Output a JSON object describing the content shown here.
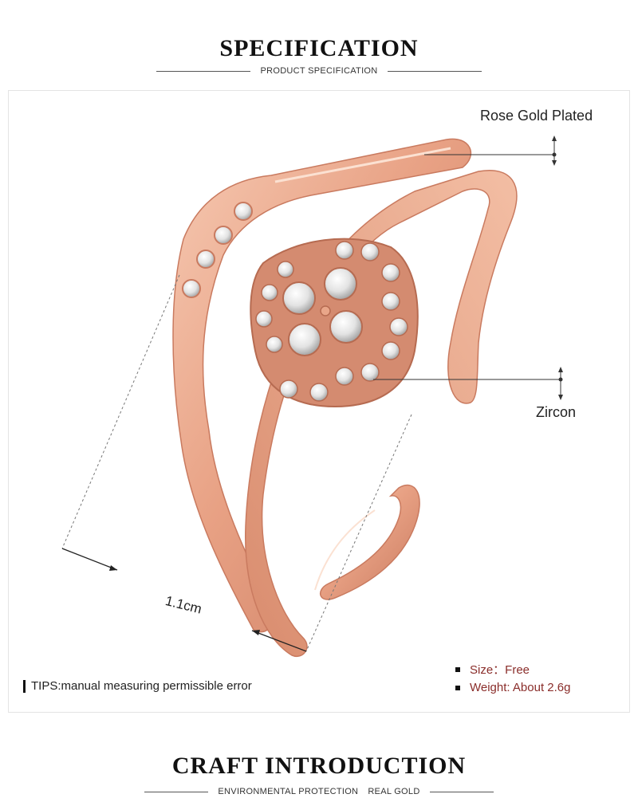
{
  "spec": {
    "title": "SPECIFICATION",
    "subtitle": "PRODUCT SPECIFICATION"
  },
  "callouts": {
    "rose_gold": "Rose Gold Plated",
    "zircon": "Zircon",
    "measure": "1.1cm"
  },
  "tips": "TIPS:manual measuring permissible error",
  "details": [
    {
      "text": "Size：Free"
    },
    {
      "text": "Weight: About 2.6g"
    }
  ],
  "craft": {
    "title": "CRAFT INTRODUCTION",
    "subtitle_left": "ENVIRONMENTAL PROTECTION",
    "subtitle_right": "REAL GOLD"
  },
  "colors": {
    "rose_gold": "#e8a78c",
    "detail_text": "#8a2d2a",
    "heading": "#111111"
  }
}
